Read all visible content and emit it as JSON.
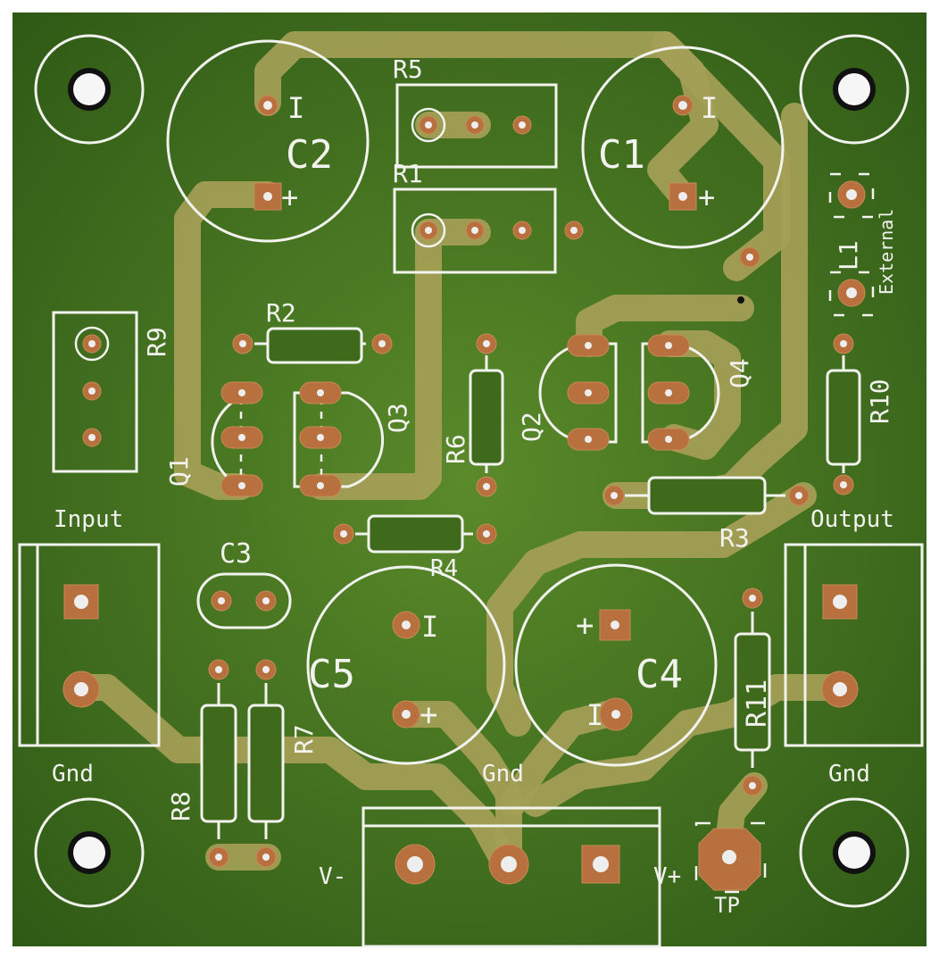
{
  "board": {
    "substrate_color": "#3f6a1c",
    "trace_color": "#a59f57",
    "pad_color": "#b8703f",
    "silkscreen_color": "#f2f2ee"
  },
  "labels": {
    "c1": "C1",
    "c2": "C2",
    "c3": "C3",
    "c4": "C4",
    "c5": "C5",
    "r1": "R1",
    "r2": "R2",
    "r3": "R3",
    "r4": "R4",
    "r5": "R5",
    "r6": "R6",
    "r7": "R7",
    "r8": "R8",
    "r9": "R9",
    "r10": "R10",
    "r11": "R11",
    "q1": "Q1",
    "q2": "Q2",
    "q3": "Q3",
    "q4": "Q4",
    "l1": "L1",
    "external": "External",
    "input": "Input",
    "output": "Output",
    "gnd_left": "Gnd",
    "gnd_center": "Gnd",
    "gnd_right": "Gnd",
    "v_minus": "V-",
    "v_plus": "V+",
    "tp": "TP",
    "plus": "+",
    "minus": "I"
  }
}
